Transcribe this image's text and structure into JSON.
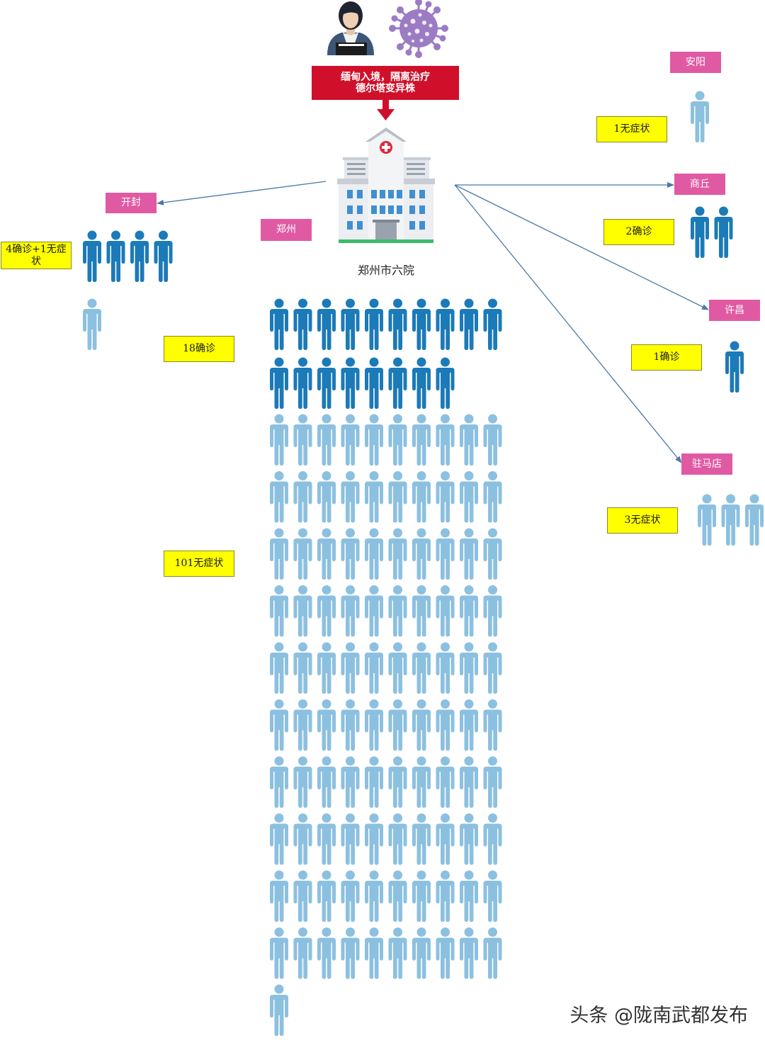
{
  "origin": {
    "line1": "缅甸入境，隔离治疗",
    "line2": "德尔塔变异株",
    "icons": [
      "person-icon",
      "virus-icon"
    ],
    "color": "#d0102a"
  },
  "hospital": {
    "name": "郑州市六院",
    "icon": "hospital-icon"
  },
  "zhengzhou": {
    "city": "郑州",
    "confirmed_label": "18确诊",
    "confirmed": 18,
    "asymptomatic_label": "101无症状",
    "asymptomatic": 101
  },
  "kaifeng": {
    "city": "开封",
    "label": "4确诊+1无症状",
    "confirmed": 4,
    "asymptomatic": 1
  },
  "anyang": {
    "city": "安阳",
    "label": "1无症状",
    "asymptomatic": 1
  },
  "shangqiu": {
    "city": "商丘",
    "label": "2确诊",
    "confirmed": 2
  },
  "xuchang": {
    "city": "许昌",
    "label": "1确诊",
    "confirmed": 1
  },
  "zhumadian": {
    "city": "驻马店",
    "label": "3无症状",
    "asymptomatic": 3
  },
  "colors": {
    "confirmed": "#1b7ab8",
    "asymptomatic": "#8cc0e0",
    "city_tag": "#e05aa3",
    "count_tag": "#ffff00",
    "arrow": "#4a7aa8"
  },
  "watermark": "头条 @陇南武都发布"
}
